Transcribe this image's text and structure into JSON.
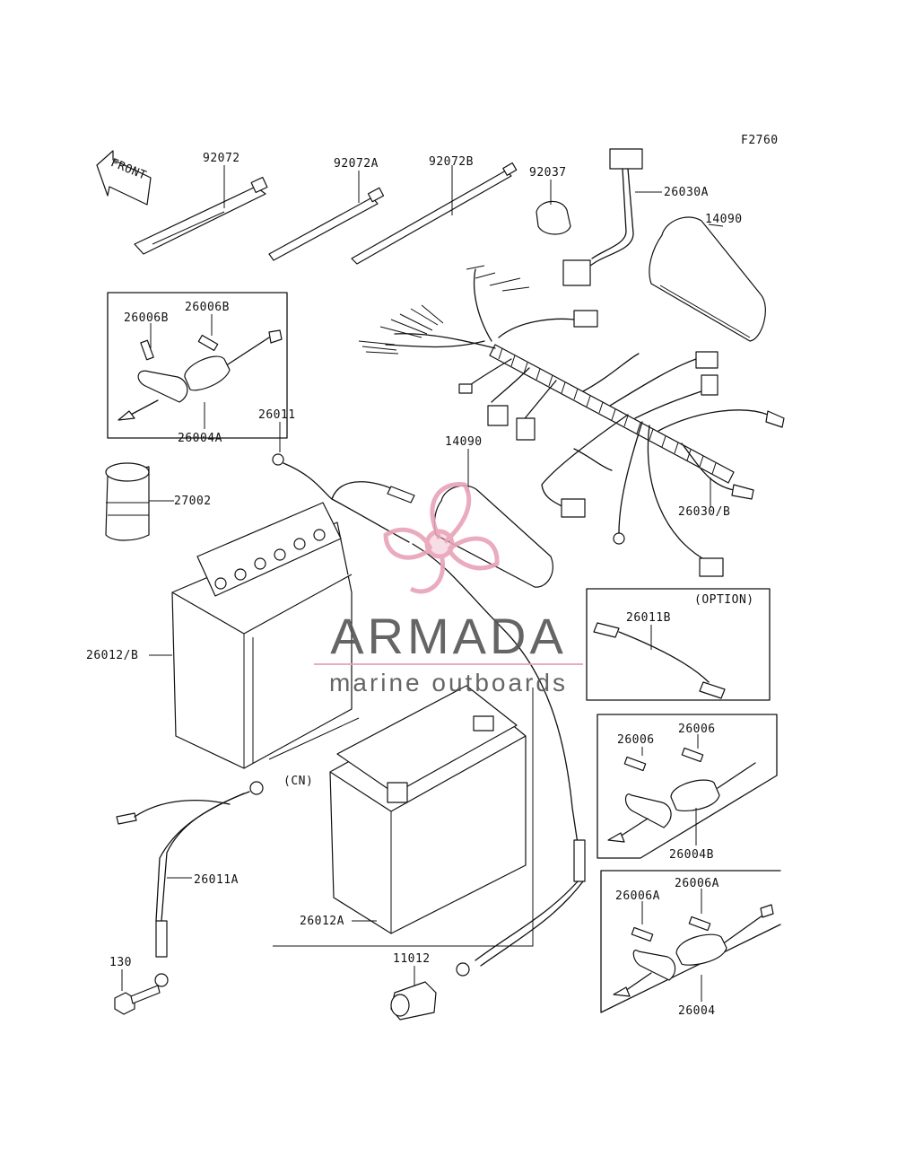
{
  "figure_code": "F2760",
  "front_arrow_label": "FRONT",
  "watermark": {
    "brand": "ARMADA",
    "tagline": "marine outboards",
    "brand_color": "#e8a3b8",
    "text_color": "#555555"
  },
  "labels": {
    "92072": "92072",
    "92072A": "92072A",
    "92072B": "92072B",
    "92037": "92037",
    "26030A": "26030A",
    "14090_top": "14090",
    "26006B_a": "26006B",
    "26006B_b": "26006B",
    "26004A": "26004A",
    "26011": "26011",
    "27002": "27002",
    "14090_mid": "14090",
    "26030B": "26030/B",
    "option": "(OPTION)",
    "26011B": "26011B",
    "26012B": "26012/B",
    "26006_a": "26006",
    "26006_b": "26006",
    "cn": "(CN)",
    "26004B": "26004B",
    "26011A": "26011A",
    "26006A_a": "26006A",
    "26006A_b": "26006A",
    "26012A": "26012A",
    "11012": "11012",
    "130": "130",
    "26004": "26004"
  }
}
